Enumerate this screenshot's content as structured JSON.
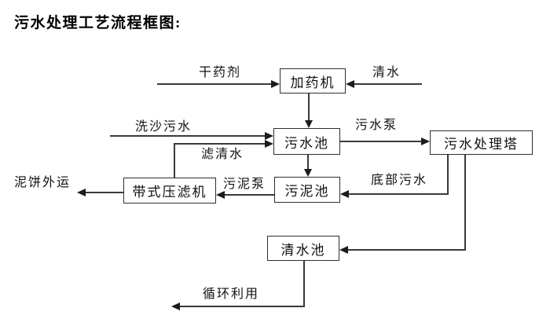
{
  "title": "污水处理工艺流程框图:",
  "nodes": {
    "dosing_machine": {
      "label": "加药机"
    },
    "sewage_pool": {
      "label": "污水池"
    },
    "treatment_tower": {
      "label": "污水处理塔"
    },
    "sludge_pool": {
      "label": "污泥池"
    },
    "belt_filter_press": {
      "label": "带式压滤机"
    },
    "clean_water_pool": {
      "label": "清水池"
    }
  },
  "edges": {
    "dry_chemical": {
      "label": "干药剂",
      "from": "外部",
      "to": "加药机"
    },
    "clean_water": {
      "label": "清水",
      "from": "外部",
      "to": "加药机"
    },
    "dosing_to_sewage": {
      "label": "",
      "from": "加药机",
      "to": "污水池"
    },
    "sand_wash_sewage": {
      "label": "洗沙污水",
      "from": "外部",
      "to": "污水池"
    },
    "filtered_water": {
      "label": "滤清水",
      "from": "带式压滤机",
      "to": "污水池"
    },
    "sewage_pump": {
      "label": "污水泵",
      "from": "污水池",
      "to": "污水处理塔"
    },
    "sewage_to_sludge": {
      "label": "",
      "from": "污水池",
      "to": "污泥池"
    },
    "bottom_sewage": {
      "label": "底部污水",
      "from": "污水处理塔",
      "to": "污泥池"
    },
    "sludge_pump": {
      "label": "污泥泵",
      "from": "污泥池",
      "to": "带式压滤机"
    },
    "mud_cake_out": {
      "label": "泥饼外运",
      "from": "带式压滤机",
      "to": "外运"
    },
    "tower_to_clean": {
      "label": "",
      "from": "污水处理塔",
      "to": "清水池"
    },
    "recycle": {
      "label": "循环利用",
      "from": "清水池",
      "to": "回用"
    }
  },
  "colors": {
    "background": "#ffffff",
    "line": "#3a3a3a",
    "box_border": "#2f2f2f",
    "text": "#000000"
  }
}
